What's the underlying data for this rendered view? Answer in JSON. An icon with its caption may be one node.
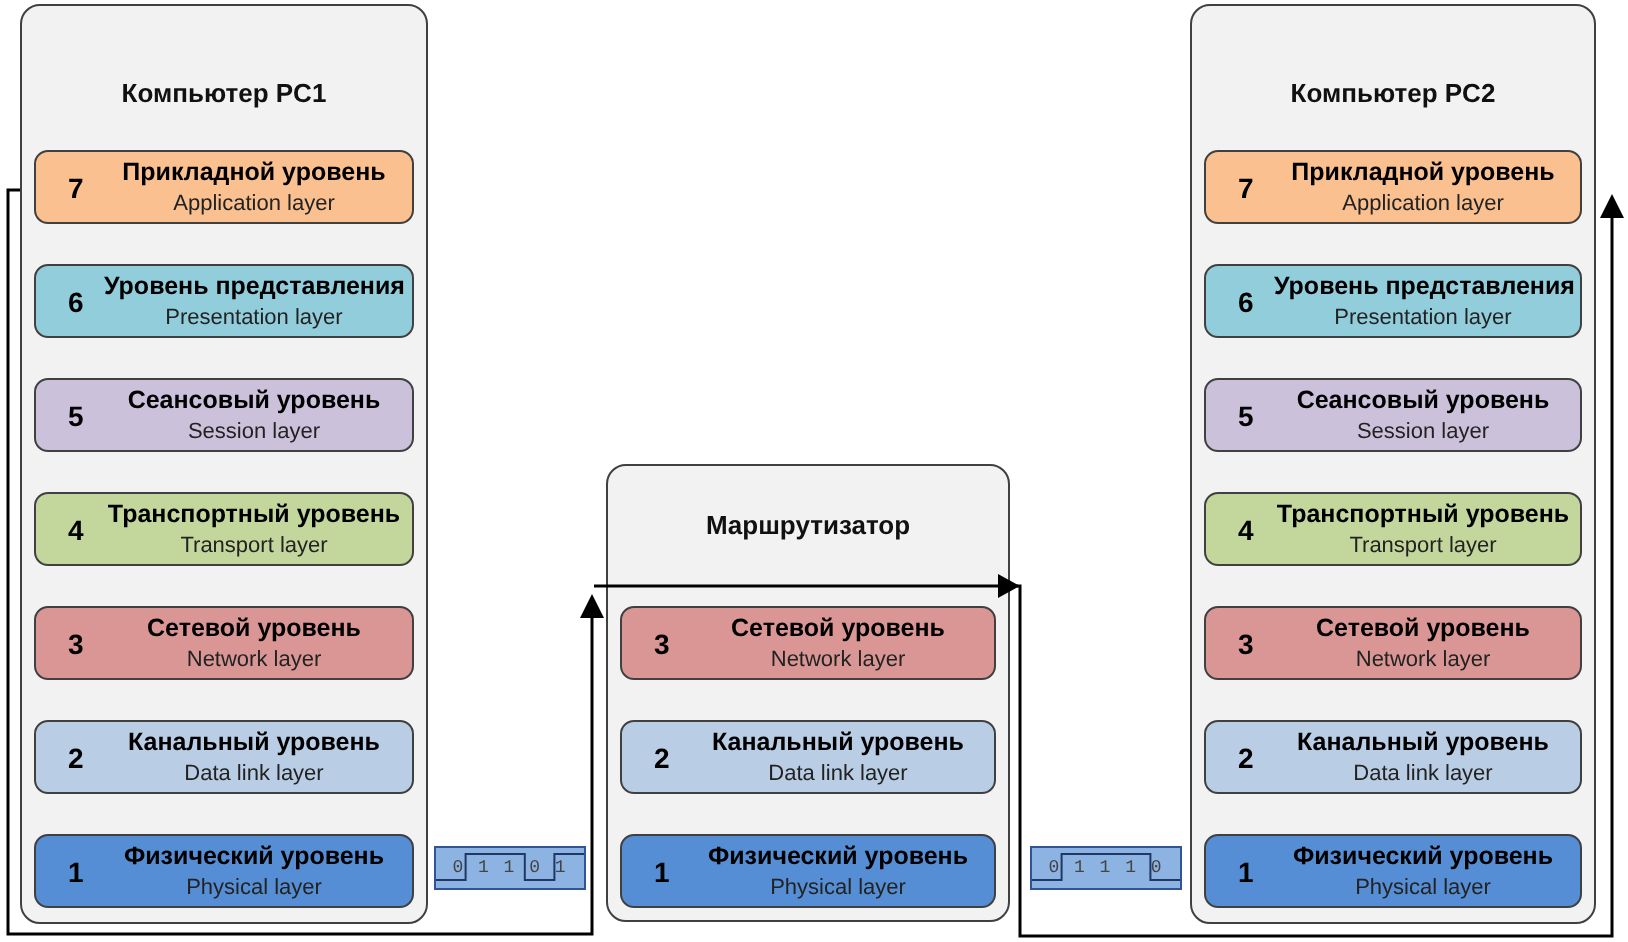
{
  "diagram": {
    "nodes": [
      {
        "text": [
          "Компьютер PC1"
        ]
      },
      {
        "text": [
          "7",
          "Прикладной уровень",
          "Application layer"
        ],
        "in": 0
      },
      {
        "text": [
          "6",
          "Уровень представления",
          "Presentation layer"
        ],
        "in": 0
      },
      {
        "text": [
          "5",
          "Сеансовый уровень",
          "Session layer"
        ],
        "in": 0
      },
      {
        "text": [
          "4",
          "Транспортный уровень",
          "Transport layer"
        ],
        "in": 0
      },
      {
        "text": [
          "3",
          "Сетевой уровень",
          "Network layer"
        ],
        "in": 0
      },
      {
        "text": [
          "2",
          "Канальный уровень",
          "Data link layer"
        ],
        "in": 0
      },
      {
        "text": [
          "1",
          "Физический уровень",
          "Physical layer"
        ],
        "in": 0
      },
      {
        "text": [
          "Маршрутизатор"
        ]
      },
      {
        "text": [
          "3",
          "Сетевой уровень",
          "Network layer"
        ],
        "in": 8
      },
      {
        "text": [
          "2",
          "Канальный уровень",
          "Data link layer"
        ],
        "in": 8
      },
      {
        "text": [
          "1",
          "Физический уровень",
          "Physical layer"
        ],
        "in": 8
      },
      {
        "text": [
          "Компьютер PC2"
        ]
      },
      {
        "text": [
          "7",
          "Прикладной уровень",
          "Application layer"
        ],
        "in": 12
      },
      {
        "text": [
          "6",
          "Уровень представления",
          "Presentation layer"
        ],
        "in": 12
      },
      {
        "text": [
          "5",
          "Сеансовый уровень",
          "Session layer"
        ],
        "in": 12
      },
      {
        "text": [
          "4",
          "Транспортный уровень",
          "Transport layer"
        ],
        "in": 12
      },
      {
        "text": [
          "3",
          "Сетевой уровень",
          "Network layer"
        ],
        "in": 12
      },
      {
        "text": [
          "2",
          "Канальный уровень",
          "Data link layer"
        ],
        "in": 12
      },
      {
        "text": [
          "1",
          "Физический уровень",
          "Physical layer"
        ],
        "in": 12
      }
    ],
    "edges": [
      {
        "from": 0,
        "to": 8,
        "arrow": "to"
      },
      {
        "from": 8,
        "to": 12,
        "arrow": "to"
      }
    ],
    "labels": [
      "0 1 1 0 1",
      "0 1 1 1 0"
    ]
  }
}
